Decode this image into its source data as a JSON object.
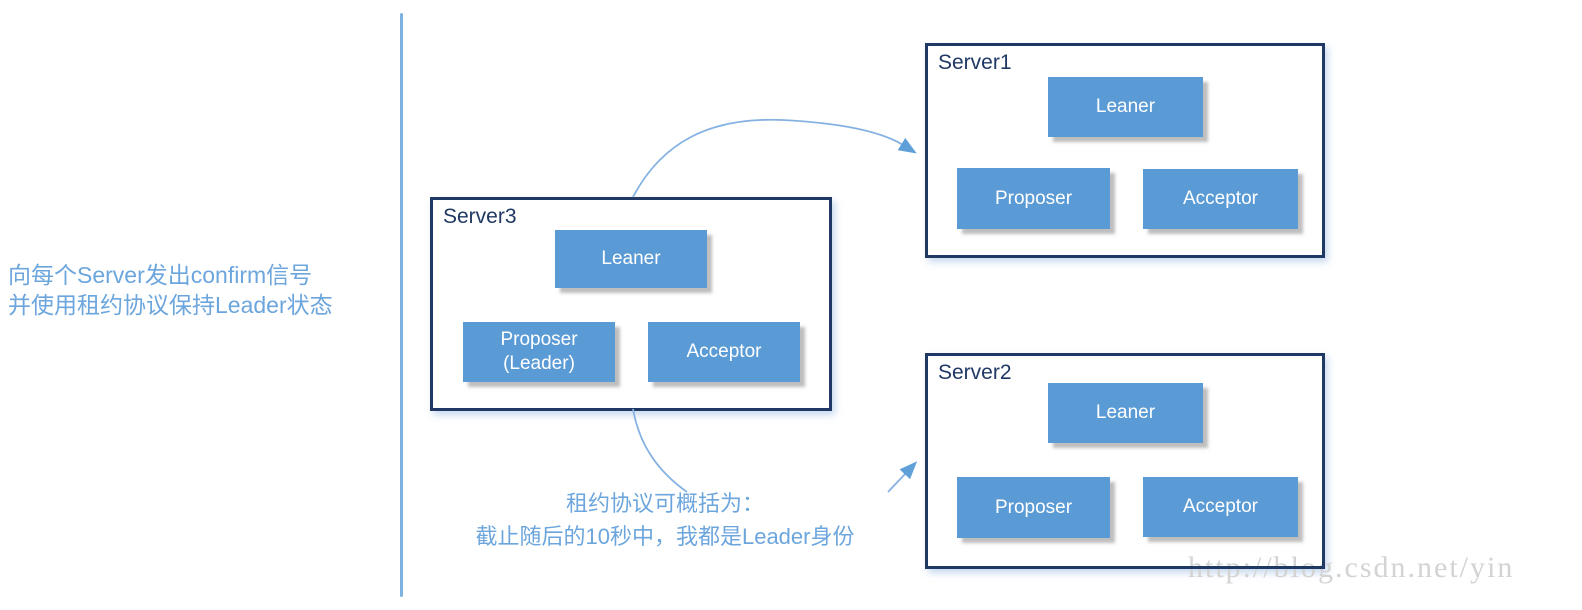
{
  "left_note": {
    "line1": "向每个Server发出confirm信号",
    "line2": "并使用租约协议保持Leader状态"
  },
  "servers": [
    {
      "label": "Server3",
      "nodes": [
        {
          "label": "Leaner"
        },
        {
          "label": "Proposer",
          "sublabel": "(Leader)"
        },
        {
          "label": "Acceptor"
        }
      ]
    },
    {
      "label": "Server1",
      "nodes": [
        {
          "label": "Leaner"
        },
        {
          "label": "Proposer"
        },
        {
          "label": "Acceptor"
        }
      ]
    },
    {
      "label": "Server2",
      "nodes": [
        {
          "label": "Leaner"
        },
        {
          "label": "Proposer"
        },
        {
          "label": "Acceptor"
        }
      ]
    }
  ],
  "caption": {
    "line1": "租约协议可概括为：",
    "line2": "截止随后的10秒中，我都是Leader身份"
  },
  "watermark": "http://blog.csdn.net/yin",
  "icons": {
    "arrow_head": "filled-triangle-arrowhead"
  },
  "colors": {
    "node_fill": "#5B9BD5",
    "server_border": "#1F3864",
    "annotation_text": "#6CA6DD",
    "arrow_line": "#85B2E2",
    "arrow_head": "#5FA0D9",
    "divider": "#7EB2E0",
    "watermark_text": "#D3D3D3"
  }
}
